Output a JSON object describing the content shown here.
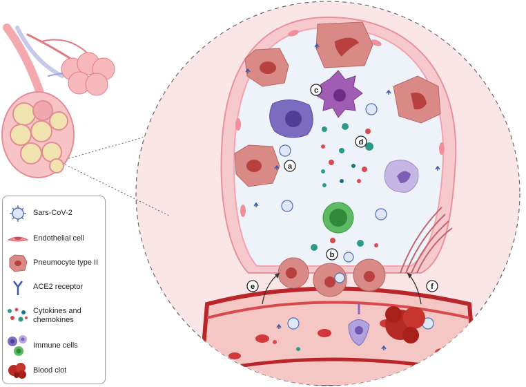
{
  "legend": {
    "items": [
      {
        "label": "Sars-CoV-2",
        "icon": "virus-icon"
      },
      {
        "label": "Endothelial cell",
        "icon": "endothelial-cell-icon"
      },
      {
        "label": "Pneumocyte type II",
        "icon": "pneumocyte-icon"
      },
      {
        "label": "ACE2 receptor",
        "icon": "ace2-receptor-icon"
      },
      {
        "label": "Cytokines and chemokines",
        "icon": "cytokines-icon"
      },
      {
        "label": "Immune cells",
        "icon": "immune-cells-icon"
      },
      {
        "label": "Blood clot",
        "icon": "blood-clot-icon"
      }
    ]
  },
  "markers": {
    "a": "a",
    "b": "b",
    "c": "c",
    "d": "d",
    "e": "e",
    "f": "f"
  },
  "colors": {
    "circle_bg": "#fbe6e7",
    "alveolus_fill": "#eef3fa",
    "alveolus_wall": "#f6c9cf",
    "pneumocyte": "#d98a87",
    "virus": "#4a6fb5",
    "vessel": "#c4282b",
    "immune_purple": "#7b6cc1",
    "immune_green": "#5dbb63"
  }
}
